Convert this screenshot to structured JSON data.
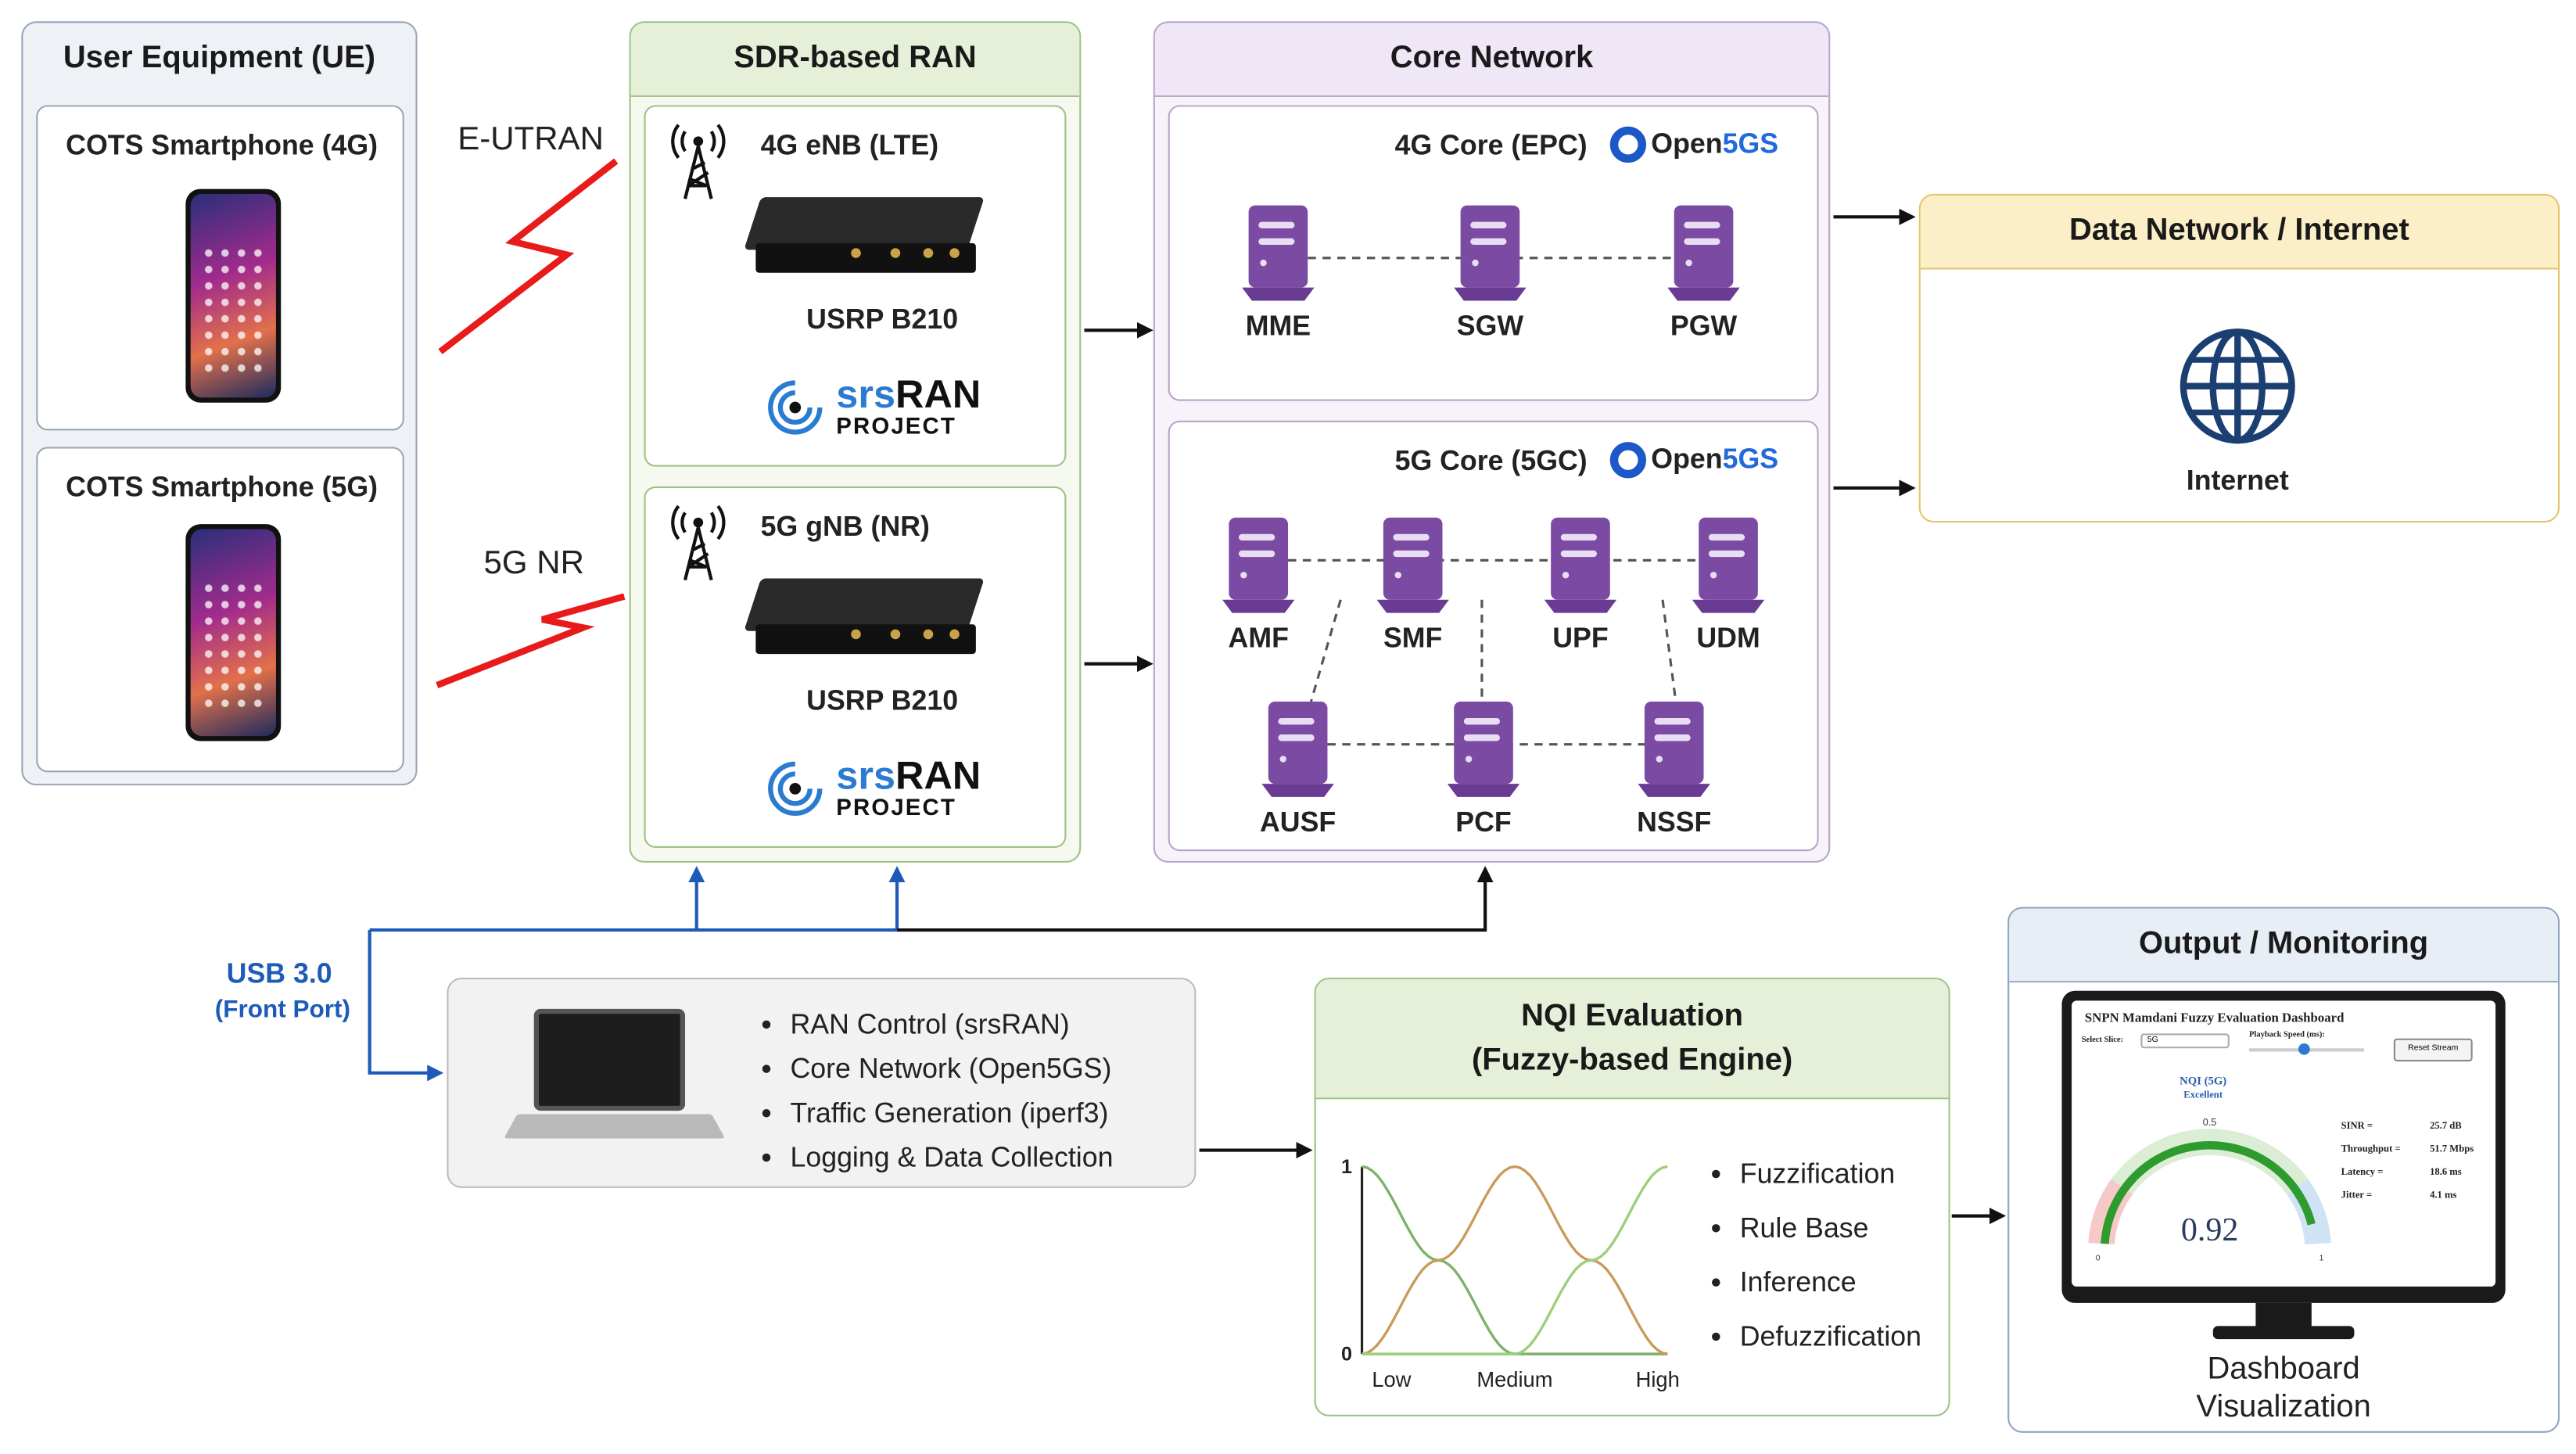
{
  "ue": {
    "title": "User Equipment (UE)",
    "phone4g": "COTS Smartphone (4G)",
    "phone5g": "COTS Smartphone (5G)"
  },
  "links": {
    "eutran": "E-UTRAN",
    "nr": "5G NR"
  },
  "ran": {
    "title": "SDR-based RAN",
    "enb": {
      "title": "4G eNB (LTE)",
      "device": "USRP B210"
    },
    "gnb": {
      "title": "5G gNB (NR)",
      "device": "USRP B210"
    },
    "logo_word_a": "srs",
    "logo_word_b": "RAN",
    "logo_sub": "PROJECT"
  },
  "core": {
    "title": "Core Network",
    "epc": {
      "title": "4G Core (EPC)",
      "nodes": [
        "MME",
        "SGW",
        "PGW"
      ]
    },
    "fgc": {
      "title": "5G Core (5GC)",
      "nodes": [
        "AMF",
        "SMF",
        "UPF",
        "UDM",
        "AUSF",
        "PCF",
        "NSSF"
      ]
    },
    "logo_a": "Open",
    "logo_b": "5GS"
  },
  "dn": {
    "title": "Data Network / Internet",
    "label": "Internet"
  },
  "usb": {
    "label": "USB 3.0",
    "sub": "(Front Port)"
  },
  "host": {
    "items": [
      "RAN Control (srsRAN)",
      "Core Network (Open5GS)",
      "Traffic Generation (iperf3)",
      "Logging & Data Collection"
    ]
  },
  "nqi": {
    "title": "NQI Evaluation",
    "subtitle": "(Fuzzy-based Engine)",
    "steps": [
      "Fuzzification",
      "Rule Base",
      "Inference",
      "Defuzzification"
    ]
  },
  "chart_data": {
    "type": "line",
    "title": "",
    "xlabel": "",
    "ylabel": "",
    "categories": [
      "Low",
      "Medium",
      "High"
    ],
    "y_ticks": [
      "0",
      "1"
    ],
    "ylim": [
      0,
      1
    ],
    "series": [
      {
        "name": "Low",
        "color": "#7bb36a",
        "x": [
          0,
          0.5,
          1,
          1.5,
          2
        ],
        "values": [
          1,
          0.5,
          0,
          0,
          0
        ]
      },
      {
        "name": "Medium",
        "color": "#c99a5a",
        "x": [
          0,
          0.5,
          1,
          1.5,
          2
        ],
        "values": [
          0,
          0.5,
          1,
          0.5,
          0
        ]
      },
      {
        "name": "High",
        "color": "#9ccf7a",
        "x": [
          0,
          0.5,
          1,
          1.5,
          2
        ],
        "values": [
          0,
          0,
          0,
          0.5,
          1
        ]
      }
    ]
  },
  "output": {
    "title": "Output / Monitoring",
    "dash_title": "SNPN Mamdani Fuzzy Evaluation Dashboard",
    "select_label": "Select Slice:",
    "select_value": "5G",
    "speed_label": "Playback Speed (ms):",
    "reset_label": "Reset Stream",
    "gauge_title": "NQI (5G)",
    "gauge_status": "Excellent",
    "gauge_value": "0.92",
    "gauge_level": 0.92,
    "gauge_min": "0",
    "gauge_mid": "0.5",
    "gauge_max": "1",
    "metrics": [
      {
        "label": "SINR =",
        "value": "25.7 dB"
      },
      {
        "label": "Throughput =",
        "value": "51.7 Mbps"
      },
      {
        "label": "Latency =",
        "value": "18.6 ms"
      },
      {
        "label": "Jitter =",
        "value": "4.1 ms"
      }
    ],
    "caption1": "Dashboard",
    "caption2": "Visualization"
  }
}
